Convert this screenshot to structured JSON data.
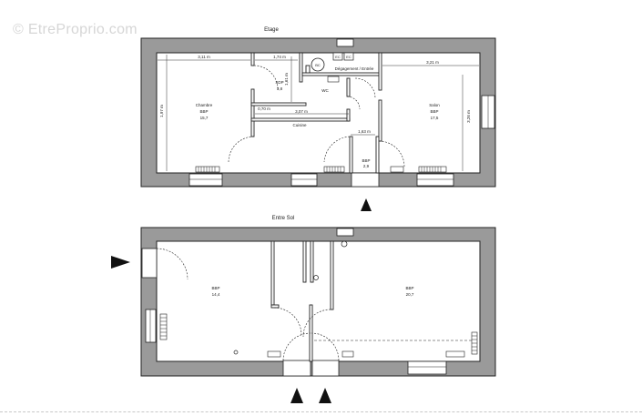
{
  "watermark": "© EtreProprio.com",
  "floors": {
    "upper": {
      "title": "Etage",
      "dimensions": {
        "d1": "3,11 m",
        "d2": "1,74 m",
        "d3": "3,21 m",
        "d4": "1,97 m",
        "d5": "3,07 m",
        "d6": "0,70 m",
        "d7": "1,63 m",
        "d8": "3,26 m",
        "d9": "1,61 m"
      },
      "rooms": {
        "chambre": {
          "name": "Chambre",
          "code": "BBP",
          "area": "15,7"
        },
        "sdb": {
          "name": "SDP",
          "area": "3,8"
        },
        "cuisine": {
          "name": "Cuisine"
        },
        "salon": {
          "name": "Salon",
          "code": "BBP",
          "area": "17,5"
        },
        "degagement": {
          "name": "Dégagement / Entrée"
        },
        "wc": {
          "name": "WC"
        },
        "entree": {
          "name": "BBP",
          "area": "2,9"
        }
      },
      "fixtures": {
        "ec1": "EC",
        "ec2": "EC",
        "boiler": "BC"
      }
    },
    "lower": {
      "title": "Entre Sol",
      "rooms": {
        "left": {
          "code": "BBP",
          "area": "14,4"
        },
        "right": {
          "code": "BBP",
          "area": "20,7"
        }
      }
    }
  }
}
